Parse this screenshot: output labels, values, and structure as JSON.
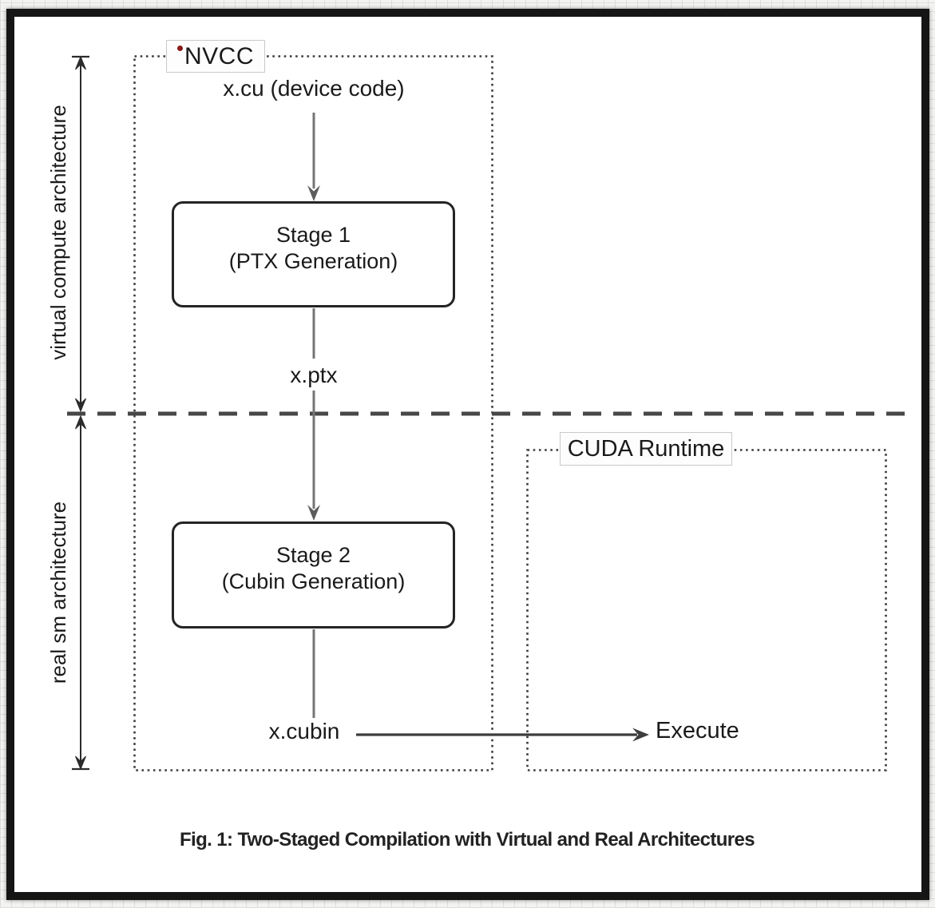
{
  "colors": {
    "frame": "#151515",
    "footnote_marker": "#8b1a1a",
    "flow_line_gray": "#747474",
    "dark_line": "#3d3d3d"
  },
  "nvcc_region": {
    "label": "NVCC"
  },
  "cuda_region": {
    "label": "CUDA Runtime"
  },
  "flow": {
    "source": "x.cu (device code)",
    "stage1_title": "Stage 1",
    "stage1_subtitle": "(PTX Generation)",
    "intermediate": "x.ptx",
    "stage2_title": "Stage 2",
    "stage2_subtitle": "(Cubin Generation)",
    "output": "x.cubin",
    "execute": "Execute"
  },
  "dimension_labels": {
    "virtual": "virtual compute architecture",
    "real": "real sm architecture"
  },
  "caption": "Fig. 1: Two-Staged Compilation with Virtual and Real Architectures"
}
